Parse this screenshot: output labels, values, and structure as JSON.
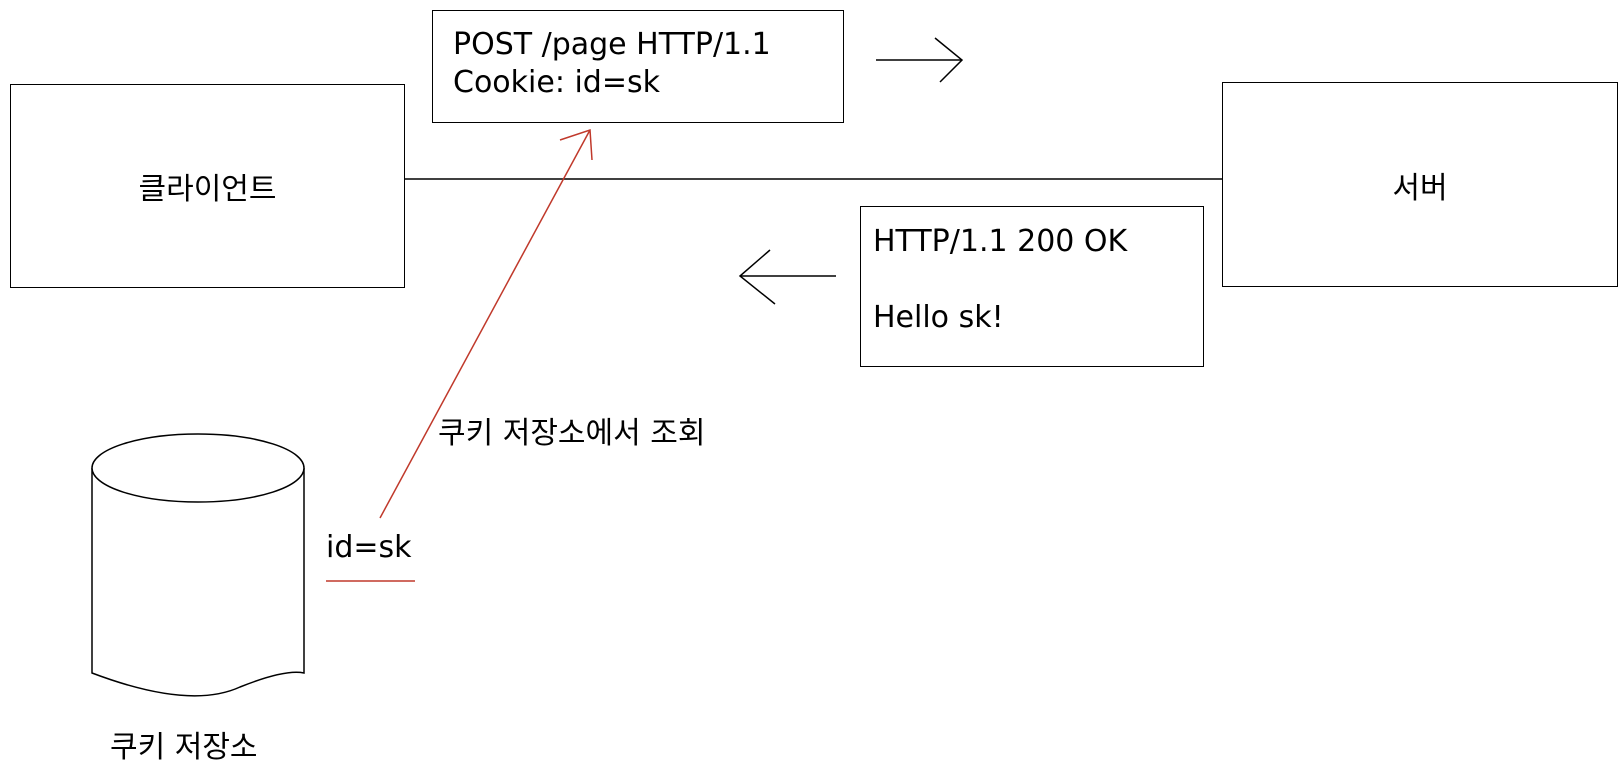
{
  "nodes": {
    "client": "클라이언트",
    "server": "서버",
    "cookie_store": "쿠키 저장소"
  },
  "request": {
    "line1": "POST /page HTTP/1.1",
    "line2": "Cookie: id=sk"
  },
  "response": {
    "line1": "HTTP/1.1 200 OK",
    "line2": "Hello sk!"
  },
  "labels": {
    "lookup": "쿠키 저장소에서 조회",
    "stored_cookie": "id=sk"
  },
  "colors": {
    "line": "#000000",
    "highlight": "#c0392b"
  }
}
